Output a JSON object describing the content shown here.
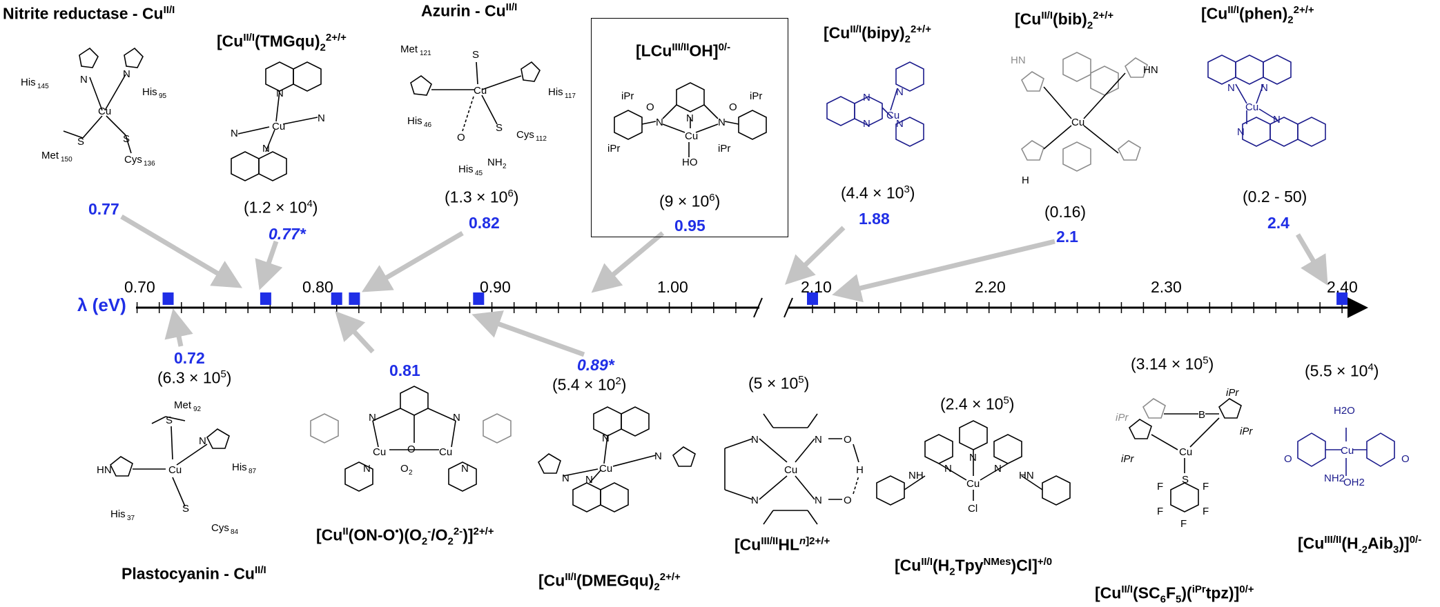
{
  "axis": {
    "symbol": "λ (eV)",
    "ticks_left": [
      "0.70",
      "0.80",
      "0.90",
      "1.00"
    ],
    "ticks_right": [
      "2.10",
      "2.20",
      "2.30",
      "2.40"
    ]
  },
  "complexes": [
    {
      "id": "nir",
      "title": "Nitrite reductase - Cu",
      "title_sup": "II/I",
      "rate": "",
      "lambda": "0.77",
      "italic": false
    },
    {
      "id": "tmgqu",
      "title": "[Cu",
      "title_sup": "II/I",
      "title_rest": "(TMGqu)",
      "title_sub2": "2",
      "title_sup2": "2+/+",
      "rate": "(1.2 × 10",
      "rate_exp": "4",
      "lambda": "0.77*",
      "italic": true
    },
    {
      "id": "azurin",
      "title": "Azurin - Cu",
      "title_sup": "II/I",
      "rate": "(1.3 × 10",
      "rate_exp": "6",
      "lambda": "0.82",
      "italic": false
    },
    {
      "id": "lcuoh",
      "title": "[LCu",
      "title_sup": "III/II",
      "title_rest": "OH]",
      "title_sup2": "0/-",
      "rate": "(9 × 10",
      "rate_exp": "6",
      "lambda": "0.95",
      "italic": false
    },
    {
      "id": "bipy",
      "title": "[Cu",
      "title_sup": "II/I",
      "title_rest": "(bipy)",
      "title_sub2": "2",
      "title_sup2": "2+/+",
      "rate": "(4.4 × 10",
      "rate_exp": "3",
      "lambda": "1.88",
      "italic": false
    },
    {
      "id": "bib",
      "title": "[Cu",
      "title_sup": "II/I",
      "title_rest": "(bib)",
      "title_sub2": "2",
      "title_sup2": "2+/+",
      "rate": "(0.16)",
      "lambda": "2.1",
      "italic": false
    },
    {
      "id": "phen",
      "title": "[Cu",
      "title_sup": "II/I",
      "title_rest": "(phen)",
      "title_sub2": "2",
      "title_sup2": "2+/+",
      "rate": "(0.2 - 50)",
      "lambda": "2.4",
      "italic": false
    },
    {
      "id": "plasto",
      "title": "Plastocyanin - Cu",
      "title_sup": "II/I",
      "rate": "(6.3 × 10",
      "rate_exp": "5",
      "lambda": "0.72",
      "italic": false
    },
    {
      "id": "onoo",
      "title": "[Cu",
      "title_sup": "II",
      "title_rest": "(ON-O",
      "title_sup2": "•",
      "title_rest2": ")(O",
      "title_sub3": "2",
      "title_rest3": " ",
      "title_sup3": "-",
      "title_rest4": "/O",
      "title_sub4": "2",
      "title_sup4": "2-",
      "title_rest5": ")]",
      "title_sup5": "2+/+",
      "rate": "",
      "lambda": "0.81",
      "italic": false
    },
    {
      "id": "dmegqu",
      "title": "[Cu",
      "title_sup": "II/I",
      "title_rest": "(DMEGqu)",
      "title_sub2": "2",
      "title_sup2": "2+/+",
      "rate": "(5.4 × 10",
      "rate_exp": "2",
      "lambda": "0.89*",
      "italic": true
    },
    {
      "id": "hl",
      "title": "[Cu",
      "title_sup": "III/II",
      "title_rest": "HL",
      "title_sup2i": "n",
      "title_sup2": "]2+/+",
      "rate": "(5 × 10",
      "rate_exp": "5",
      "lambda": "",
      "italic": false
    },
    {
      "id": "tpy",
      "title": "[Cu",
      "title_sup": "II/I",
      "title_rest": "(H",
      "title_sub2": "2",
      "title_rest2": "Tpy",
      "title_sup2": "NMes",
      "title_rest3": ")Cl]",
      "title_sup3": "+/0",
      "rate": "(2.4 × 10",
      "rate_exp": "5",
      "lambda": "",
      "italic": false
    },
    {
      "id": "tpz",
      "title": "[Cu",
      "title_sup": "II/I",
      "title_rest": "(SC",
      "title_sub2": "6",
      "title_rest2": "F",
      "title_sub3": "5",
      "title_rest3": ")(",
      "title_sup3": "iPr",
      "title_rest4": "tpz)]",
      "title_sup4": "0/+",
      "rate": "(3.14 × 10",
      "rate_exp": "5",
      "lambda": "",
      "italic": false
    },
    {
      "id": "aib",
      "title": "[Cu",
      "title_sup": "III/II",
      "title_rest": "(H",
      "title_sub2": "-2",
      "title_rest2": "Aib",
      "title_sub3": "3",
      "title_rest3": ")]",
      "title_sup3": "0/-",
      "rate": "(5.5 × 10",
      "rate_exp": "4",
      "lambda": "",
      "italic": false
    }
  ],
  "colors": {
    "lambda_text": "#1f2ee6",
    "markers": "#1f2ee6",
    "arrows": "#c4c4c4",
    "navy_structures": "#1a1a8c",
    "grey_structures": "#8c8c8c"
  }
}
